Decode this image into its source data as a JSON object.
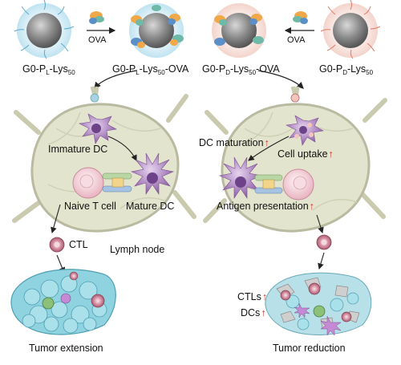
{
  "top": {
    "left_particle": {
      "base": "G0-P",
      "sub1": "L",
      "mid": "-Lys",
      "sub2": "50"
    },
    "left_complex": {
      "base": "G0-P",
      "sub1": "L",
      "mid": "-Lys",
      "sub2": "50",
      "tail": "-OVA"
    },
    "right_complex": {
      "base": "G0-P",
      "sub1": "D",
      "mid": "-Lys",
      "sub2": "50",
      "tail": "-OVA"
    },
    "right_particle": {
      "base": "G0-P",
      "sub1": "D",
      "mid": "-Lys",
      "sub2": "50"
    },
    "ova_left": "OVA",
    "ova_right": "OVA"
  },
  "left_node": {
    "immature_dc": "Immature DC",
    "naive_t_cell": "Naive T cell",
    "mature_dc": "Mature DC",
    "ctl": "CTL",
    "lymph_node": "Lymph node",
    "outcome": "Tumor extension"
  },
  "right_node": {
    "dc_maturation": "DC maturation",
    "cell_uptake": "Cell uptake",
    "antigen_presentation": "Antigen presentation",
    "ctls": "CTLs",
    "dcs": "DCs",
    "outcome": "Tumor reduction",
    "up_arrow": "↑"
  },
  "colors": {
    "node_fill": "#e4e5cf",
    "node_stroke": "#b8b9a0",
    "particle_core": "#8c8c8c",
    "left_halo": "#cfe8f3",
    "right_halo": "#f7dcd6",
    "dc_purple": "#9a6fb0",
    "tcell_pink": "#f0c8d0",
    "tumor_cyan": "#8fd3e0",
    "up_red": "#d42a20"
  }
}
